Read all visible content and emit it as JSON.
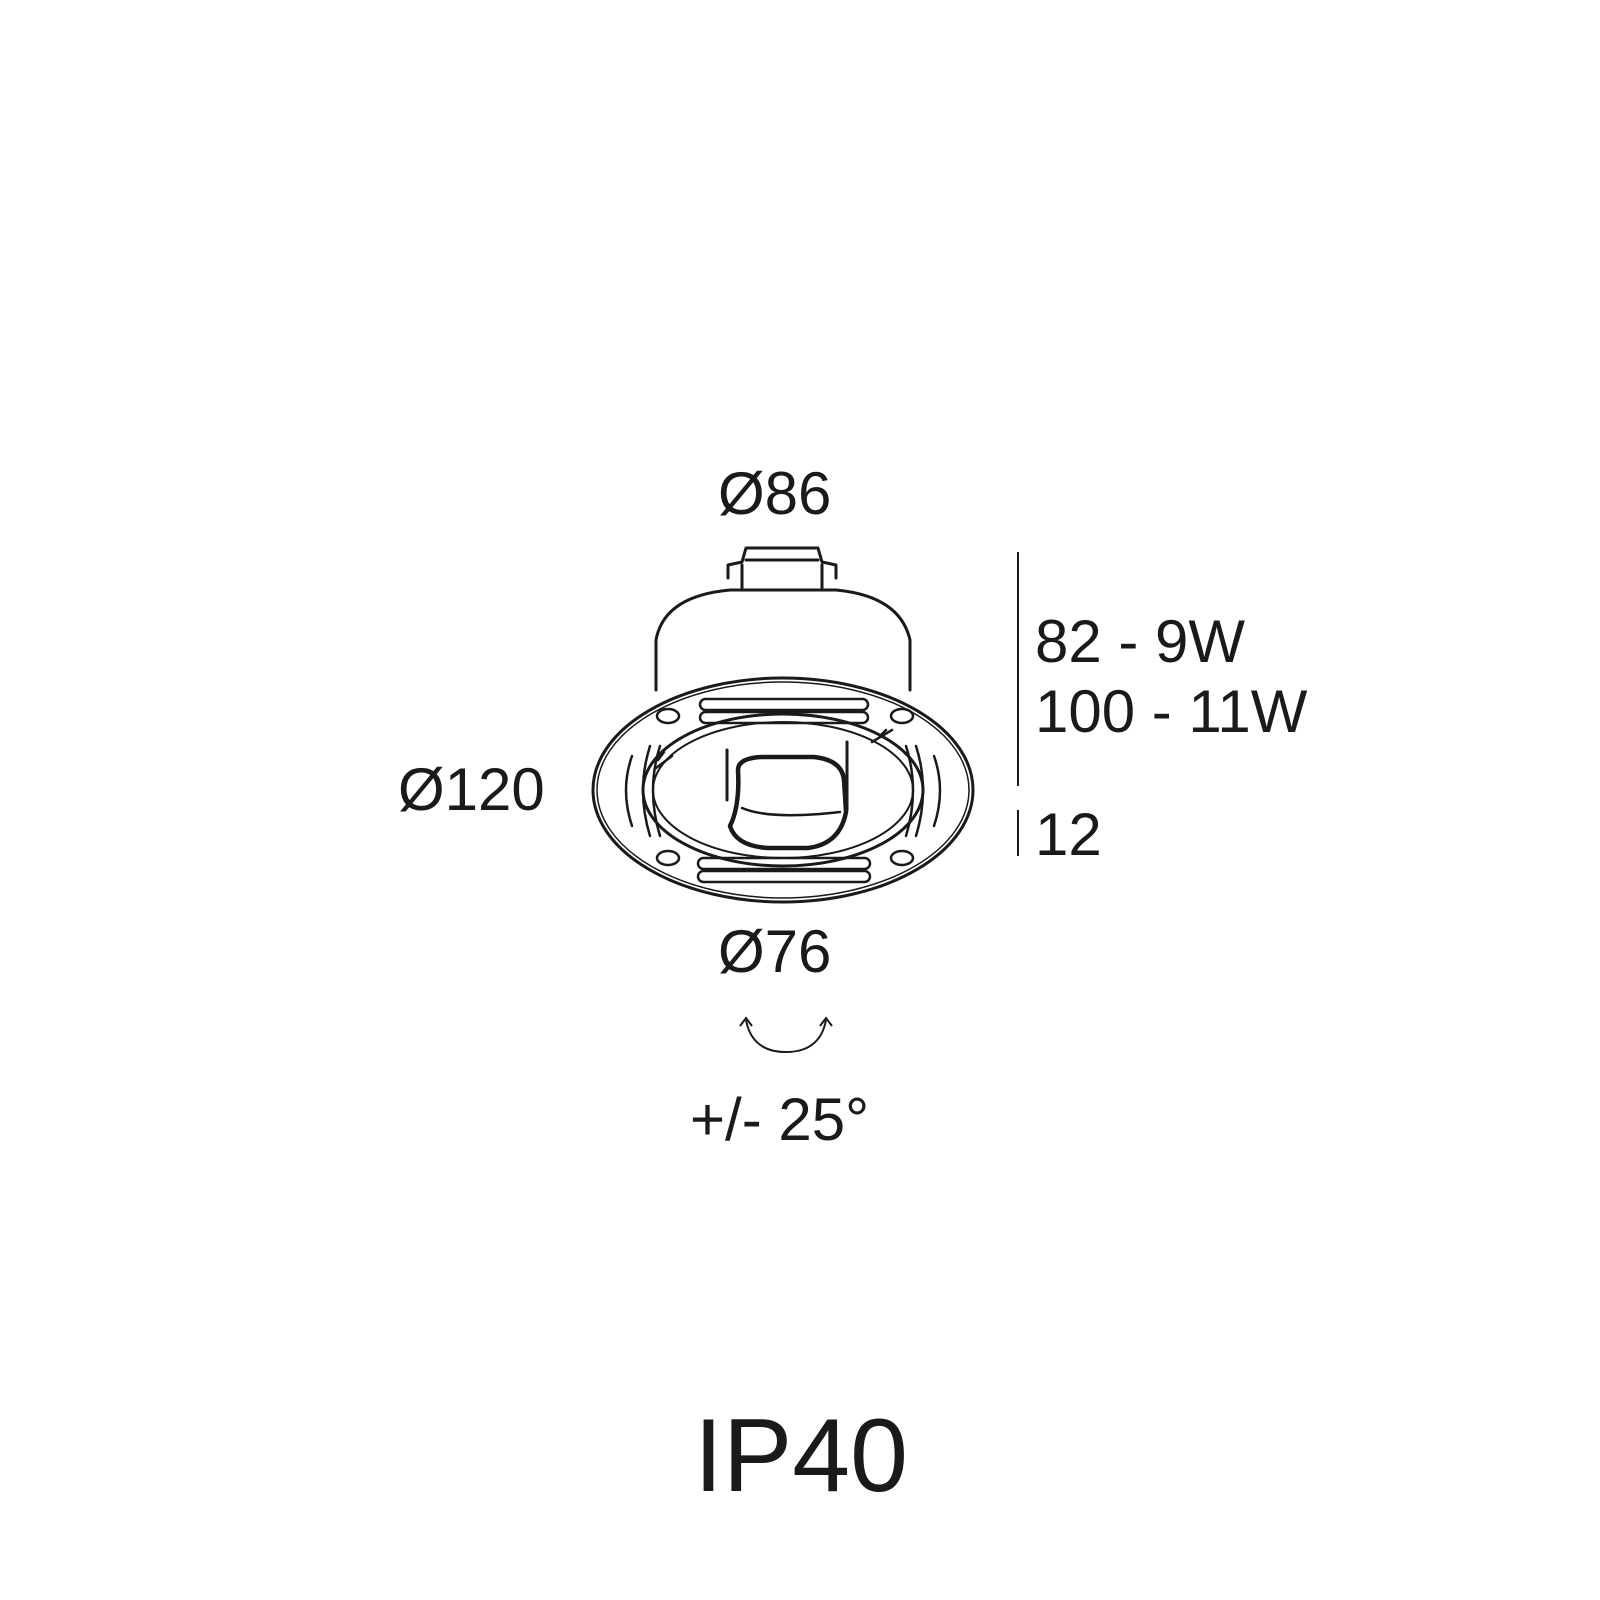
{
  "dimensions": {
    "top_diameter": "Ø86",
    "flange_diameter": "Ø120",
    "cutout_diameter": "Ø76",
    "height_9w": "82 - 9W",
    "height_11w": "100 - 11W",
    "flange_thickness": "12"
  },
  "tilt": {
    "label": "+/- 25°",
    "icon": "tilt-arrow-icon"
  },
  "protection_rating": "IP40",
  "colors": {
    "line": "#1a1a1a",
    "background": "#ffffff"
  }
}
